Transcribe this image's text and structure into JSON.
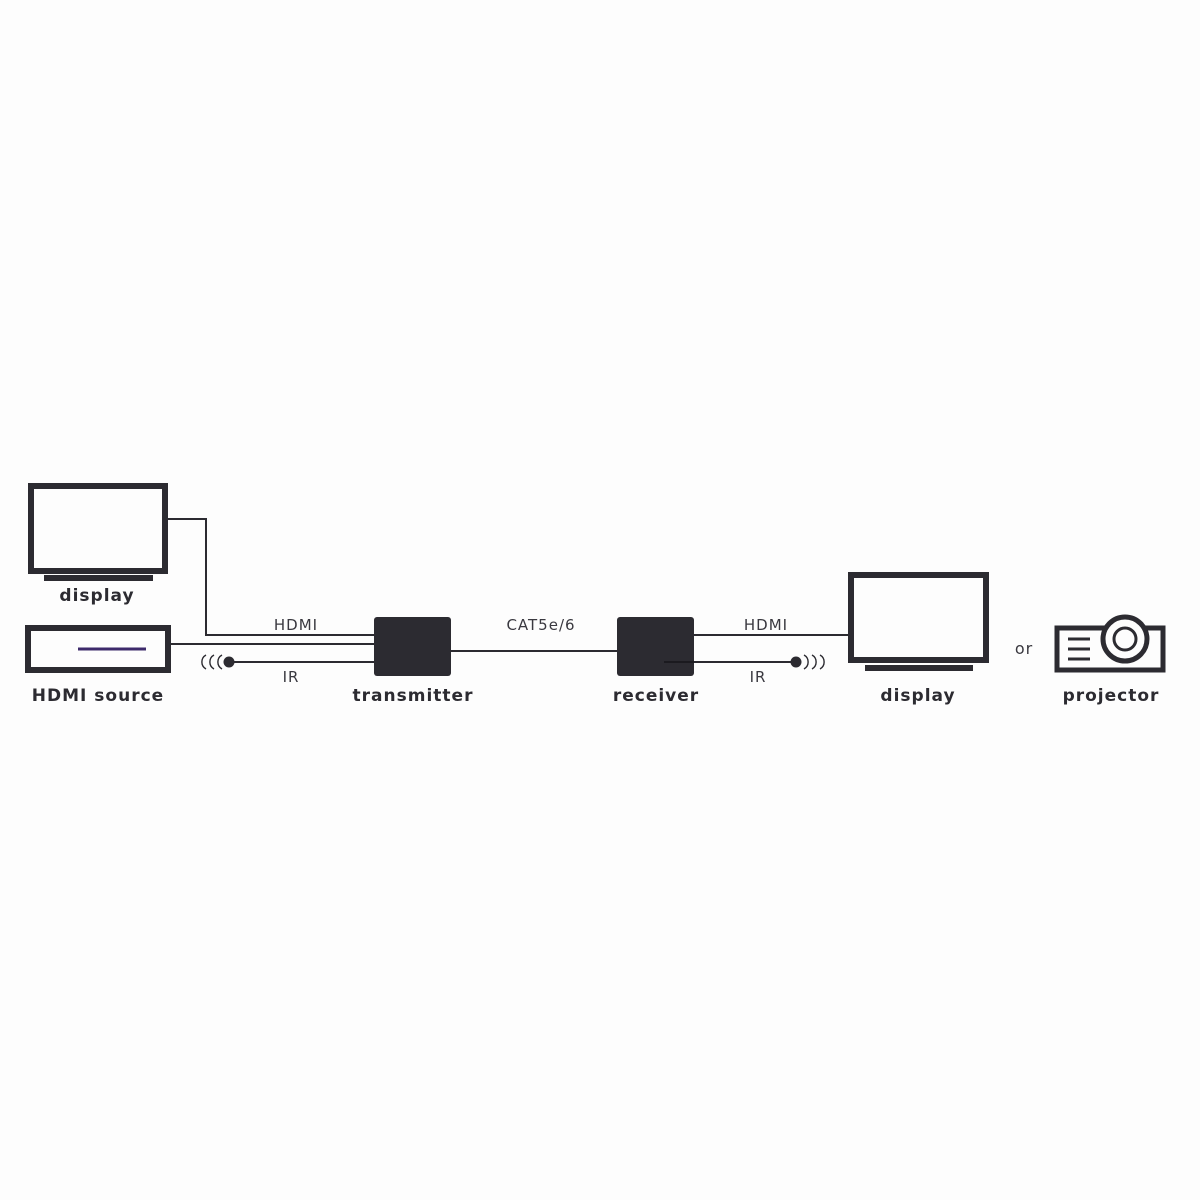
{
  "diagram": {
    "colors": {
      "stroke": "#2c2b31",
      "device_fill": "#2c2b31",
      "accent_purple": "#3d2a6b",
      "background": "#fdfdfd"
    },
    "nodes": [
      {
        "id": "display_top",
        "label": "display",
        "icon": "tv-monitor-icon"
      },
      {
        "id": "hdmi_source",
        "label": "HDMI source",
        "icon": "media-player-icon"
      },
      {
        "id": "transmitter",
        "label": "transmitter",
        "icon": "box-icon"
      },
      {
        "id": "receiver",
        "label": "receiver",
        "icon": "box-icon"
      },
      {
        "id": "display_right",
        "label": "display",
        "icon": "tv-monitor-icon"
      },
      {
        "id": "projector",
        "label": "projector",
        "icon": "projector-icon"
      }
    ],
    "edges": [
      {
        "from": "display_top",
        "to": "transmitter",
        "label": "HDMI"
      },
      {
        "from": "hdmi_source",
        "to": "transmitter",
        "label": ""
      },
      {
        "from": "ir_emitter_left",
        "to": "transmitter",
        "label": "IR"
      },
      {
        "from": "transmitter",
        "to": "receiver",
        "label": "CAT5e/6"
      },
      {
        "from": "receiver",
        "to": "display_right",
        "label": "HDMI"
      },
      {
        "from": "receiver",
        "to": "ir_emitter_right",
        "label": "IR"
      }
    ],
    "labels": {
      "display_top": "display",
      "hdmi_source": "HDMI source",
      "transmitter": "transmitter",
      "receiver": "receiver",
      "display_right": "display",
      "projector": "projector",
      "or": "or",
      "hdmi_left": "HDMI",
      "ir_left": "IR",
      "cat": "CAT5e/6",
      "hdmi_right": "HDMI",
      "ir_right": "IR"
    }
  }
}
